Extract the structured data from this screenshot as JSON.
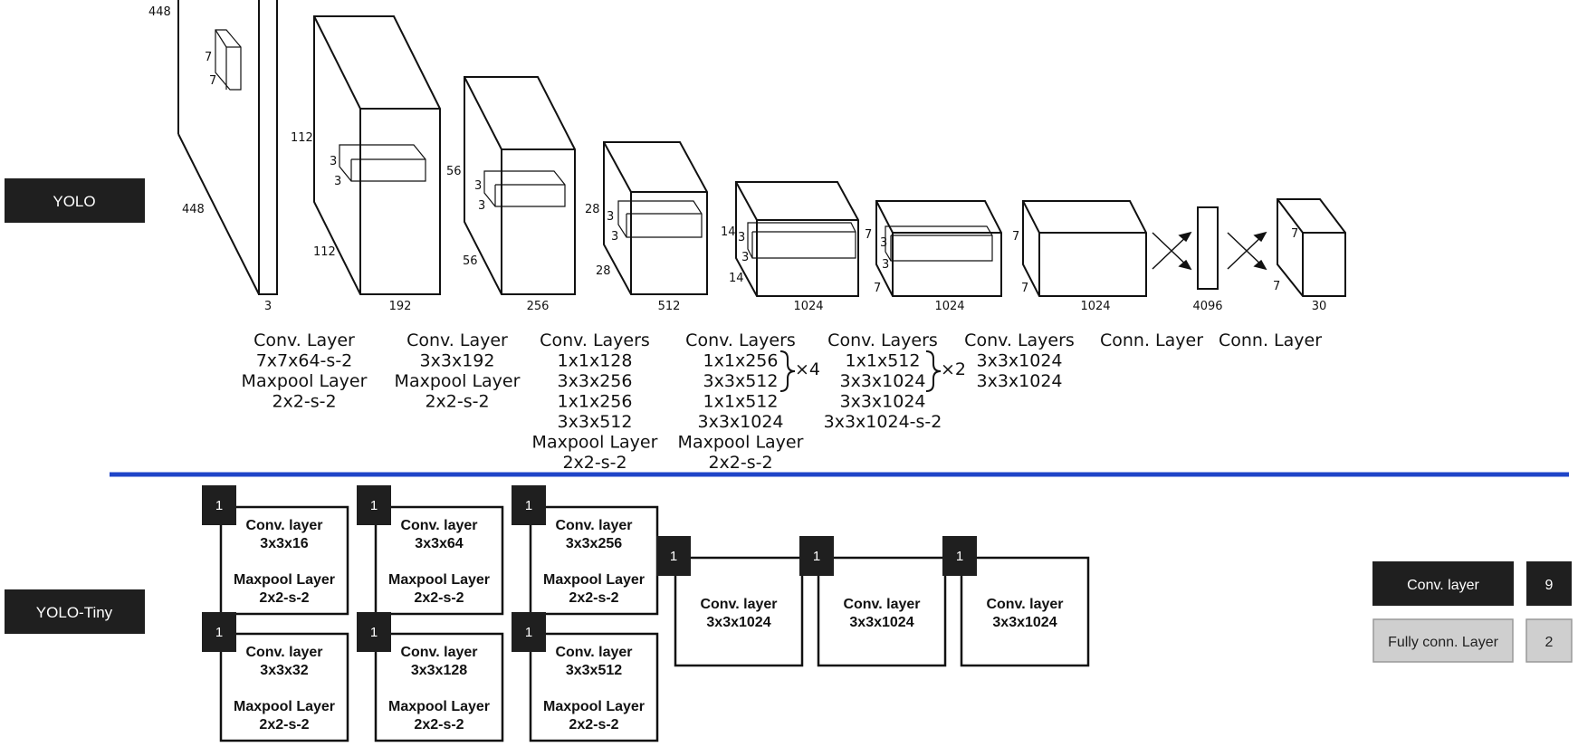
{
  "labels": {
    "yolo": "YOLO",
    "yolo_tiny": "YOLO-Tiny"
  },
  "yolo_layers": [
    {
      "depth": "3",
      "caption": [
        "Conv. Layer",
        "7x7x64-s-2",
        "Maxpool Layer",
        "2x2-s-2"
      ]
    },
    {
      "depth": "192",
      "caption": [
        "Conv. Layer",
        "3x3x192",
        "Maxpool Layer",
        "2x2-s-2"
      ]
    },
    {
      "depth": "256",
      "caption": [
        "Conv. Layers",
        "1x1x128",
        "3x3x256",
        "1x1x256",
        "3x3x512",
        "Maxpool Layer",
        "2x2-s-2"
      ]
    },
    {
      "depth": "512",
      "caption": [
        "Conv. Layers",
        "1x1x256",
        "3x3x512",
        "1x1x512",
        "3x3x1024",
        "Maxpool Layer",
        "2x2-s-2"
      ]
    },
    {
      "depth": "1024",
      "caption": [
        "Conv. Layers",
        "1x1x512",
        "3x3x1024",
        "3x3x1024",
        "3x3x1024-s-2"
      ]
    },
    {
      "depth": "1024",
      "caption": [
        "Conv. Layers",
        "3x3x1024",
        "3x3x1024"
      ]
    },
    {
      "depth": "1024",
      "caption": [
        "Conn. Layer"
      ]
    },
    {
      "depth": "4096",
      "caption": [
        "Conn. Layer"
      ]
    },
    {
      "depth": "30",
      "caption": []
    }
  ],
  "yolo_dims": {
    "input_w": "448",
    "input_h": "448",
    "k0": "7",
    "l1_w": "112",
    "l1_h": "112",
    "k1": "3",
    "l2_w": "56",
    "l2_h": "56",
    "k2": "3",
    "l3_w": "28",
    "l3_h": "28",
    "k3": "3",
    "l4_w": "14",
    "l4_h": "14",
    "k4": "3",
    "l5_w": "7",
    "l5_h": "7",
    "k5": "3",
    "l6_w": "7",
    "l6_h": "7",
    "l8_w": "7",
    "l8_h": "7"
  },
  "multipliers": {
    "x4": "×4",
    "x2": "×2"
  },
  "tiny_layers": [
    {
      "badge": "1",
      "lines": [
        "Conv. layer",
        "3x3x16",
        "Maxpool Layer",
        "2x2-s-2"
      ]
    },
    {
      "badge": "1",
      "lines": [
        "Conv. layer",
        "3x3x64",
        "Maxpool Layer",
        "2x2-s-2"
      ]
    },
    {
      "badge": "1",
      "lines": [
        "Conv. layer",
        "3x3x256",
        "Maxpool Layer",
        "2x2-s-2"
      ]
    },
    {
      "badge": "1",
      "lines": [
        "Conv. layer",
        "3x3x32",
        "Maxpool Layer",
        "2x2-s-2"
      ]
    },
    {
      "badge": "1",
      "lines": [
        "Conv. layer",
        "3x3x128",
        "Maxpool Layer",
        "2x2-s-2"
      ]
    },
    {
      "badge": "1",
      "lines": [
        "Conv. layer",
        "3x3x512",
        "Maxpool Layer",
        "2x2-s-2"
      ]
    },
    {
      "badge": "1",
      "lines": [
        "Conv. layer",
        "3x3x1024"
      ]
    },
    {
      "badge": "1",
      "lines": [
        "Conv. layer",
        "3x3x1024"
      ]
    },
    {
      "badge": "1",
      "lines": [
        "Conv. layer",
        "3x3x1024"
      ]
    }
  ],
  "legend": [
    {
      "label": "Conv. layer",
      "count": "9",
      "color": "#1f1f1f"
    },
    {
      "label": "Fully conn. Layer",
      "count": "2",
      "color": "#cfcfcf"
    }
  ],
  "colors": {
    "divider": "#1f45c8",
    "dark": "#1f1f1f",
    "light": "#cfcfcf"
  }
}
